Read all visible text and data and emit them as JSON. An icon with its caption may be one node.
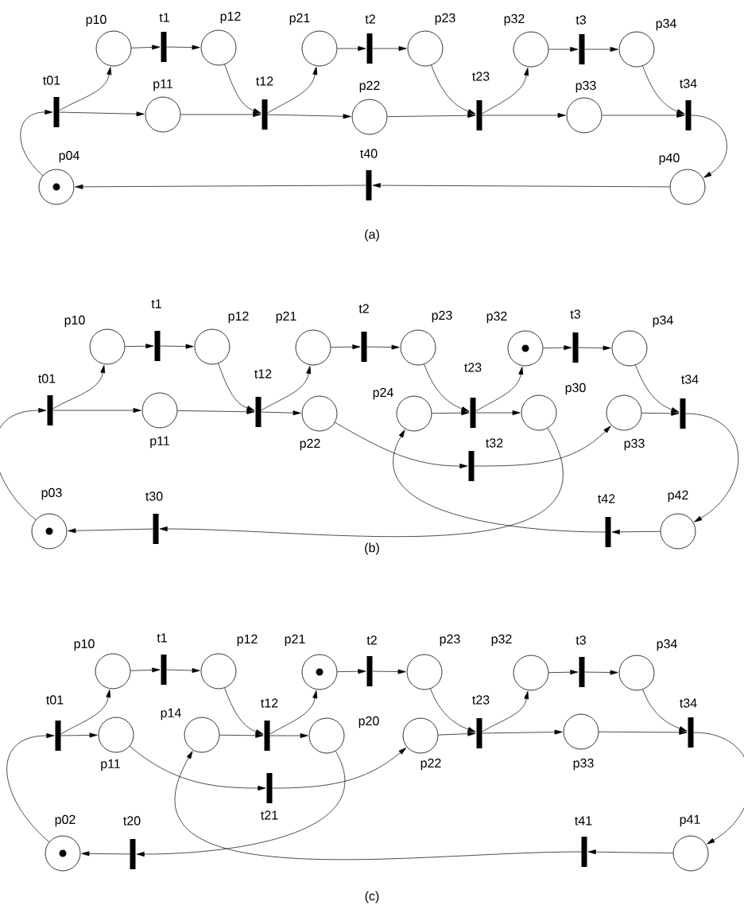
{
  "diagram": {
    "nodes": [
      {
        "text": [
          "p10"
        ]
      },
      {
        "text": [
          "t1"
        ]
      },
      {
        "text": [
          "p12"
        ]
      },
      {
        "text": [
          "p21"
        ]
      },
      {
        "text": [
          "t2"
        ]
      },
      {
        "text": [
          "p23"
        ]
      },
      {
        "text": [
          "p32"
        ]
      },
      {
        "text": [
          "t3"
        ]
      },
      {
        "text": [
          "p34"
        ]
      },
      {
        "text": [
          "t01"
        ]
      },
      {
        "text": [
          "p11"
        ]
      },
      {
        "text": [
          "t12"
        ]
      },
      {
        "text": [
          "p22"
        ]
      },
      {
        "text": [
          "t23"
        ]
      },
      {
        "text": [
          "p33"
        ]
      },
      {
        "text": [
          "t34"
        ]
      },
      {
        "text": [
          "p04"
        ]
      },
      {
        "text": [
          "t40"
        ]
      },
      {
        "text": [
          "p40"
        ]
      },
      {
        "text": [
          "p10"
        ]
      },
      {
        "text": [
          "t1"
        ]
      },
      {
        "text": [
          "p12"
        ]
      },
      {
        "text": [
          "p21"
        ]
      },
      {
        "text": [
          "t2"
        ]
      },
      {
        "text": [
          "p23"
        ]
      },
      {
        "text": [
          "p32"
        ]
      },
      {
        "text": [
          "t3"
        ]
      },
      {
        "text": [
          "p34"
        ]
      },
      {
        "text": [
          "t01"
        ]
      },
      {
        "text": [
          "p11"
        ]
      },
      {
        "text": [
          "t12"
        ]
      },
      {
        "text": [
          "p22"
        ]
      },
      {
        "text": [
          "p24"
        ]
      },
      {
        "text": [
          "t23"
        ]
      },
      {
        "text": [
          "p30"
        ]
      },
      {
        "text": [
          "p33"
        ]
      },
      {
        "text": [
          "t34"
        ]
      },
      {
        "text": [
          "t32"
        ]
      },
      {
        "text": [
          "p03"
        ]
      },
      {
        "text": [
          "t30"
        ]
      },
      {
        "text": [
          "t42"
        ]
      },
      {
        "text": [
          "p42"
        ]
      },
      {
        "text": [
          "p10"
        ]
      },
      {
        "text": [
          "t1"
        ]
      },
      {
        "text": [
          "p12"
        ]
      },
      {
        "text": [
          "p21"
        ]
      },
      {
        "text": [
          "t2"
        ]
      },
      {
        "text": [
          "p23"
        ]
      },
      {
        "text": [
          "p32"
        ]
      },
      {
        "text": [
          "t3"
        ]
      },
      {
        "text": [
          "p34"
        ]
      },
      {
        "text": [
          "t01"
        ]
      },
      {
        "text": [
          "p11"
        ]
      },
      {
        "text": [
          "p14"
        ]
      },
      {
        "text": [
          "t12"
        ]
      },
      {
        "text": [
          "p20"
        ]
      },
      {
        "text": [
          "p22"
        ]
      },
      {
        "text": [
          "t23"
        ]
      },
      {
        "text": [
          "p33"
        ]
      },
      {
        "text": [
          "t34"
        ]
      },
      {
        "text": [
          "t21"
        ]
      },
      {
        "text": [
          "p02"
        ]
      },
      {
        "text": [
          "t20"
        ]
      },
      {
        "text": [
          "t41"
        ]
      },
      {
        "text": [
          "p41"
        ]
      }
    ],
    "edges": [
      {
        "from": 0,
        "to": 1,
        "arrow": "to"
      },
      {
        "from": 1,
        "to": 2,
        "arrow": "to"
      },
      {
        "from": 3,
        "to": 4,
        "arrow": "to"
      },
      {
        "from": 4,
        "to": 5,
        "arrow": "to"
      },
      {
        "from": 6,
        "to": 7,
        "arrow": "to"
      },
      {
        "from": 7,
        "to": 8,
        "arrow": "to"
      },
      {
        "from": 9,
        "to": 0,
        "arrow": "to"
      },
      {
        "from": 9,
        "to": 10,
        "arrow": "to"
      },
      {
        "from": 10,
        "to": 11,
        "arrow": "to"
      },
      {
        "from": 2,
        "to": 11,
        "arrow": "to"
      },
      {
        "from": 11,
        "to": 3,
        "arrow": "to"
      },
      {
        "from": 11,
        "to": 12,
        "arrow": "to"
      },
      {
        "from": 12,
        "to": 13,
        "arrow": "to"
      },
      {
        "from": 5,
        "to": 13,
        "arrow": "to"
      },
      {
        "from": 13,
        "to": 6,
        "arrow": "to"
      },
      {
        "from": 13,
        "to": 14,
        "arrow": "to"
      },
      {
        "from": 14,
        "to": 15,
        "arrow": "to"
      },
      {
        "from": 8,
        "to": 15,
        "arrow": "to"
      },
      {
        "from": 15,
        "to": 18,
        "arrow": "to"
      },
      {
        "from": 18,
        "to": 17,
        "arrow": "to"
      },
      {
        "from": 17,
        "to": 16,
        "arrow": "to"
      },
      {
        "from": 16,
        "to": 9,
        "arrow": "to"
      },
      {
        "from": 19,
        "to": 20,
        "arrow": "to"
      },
      {
        "from": 20,
        "to": 21,
        "arrow": "to"
      },
      {
        "from": 22,
        "to": 23,
        "arrow": "to"
      },
      {
        "from": 23,
        "to": 24,
        "arrow": "to"
      },
      {
        "from": 25,
        "to": 26,
        "arrow": "to"
      },
      {
        "from": 26,
        "to": 27,
        "arrow": "to"
      },
      {
        "from": 28,
        "to": 19,
        "arrow": "to"
      },
      {
        "from": 28,
        "to": 29,
        "arrow": "to"
      },
      {
        "from": 29,
        "to": 30,
        "arrow": "to"
      },
      {
        "from": 21,
        "to": 30,
        "arrow": "to"
      },
      {
        "from": 30,
        "to": 22,
        "arrow": "to"
      },
      {
        "from": 30,
        "to": 31,
        "arrow": "to"
      },
      {
        "from": 31,
        "to": 37,
        "arrow": "to"
      },
      {
        "from": 32,
        "to": 33,
        "arrow": "to"
      },
      {
        "from": 24,
        "to": 33,
        "arrow": "to"
      },
      {
        "from": 33,
        "to": 25,
        "arrow": "to"
      },
      {
        "from": 33,
        "to": 34,
        "arrow": "to"
      },
      {
        "from": 37,
        "to": 35,
        "arrow": "to"
      },
      {
        "from": 35,
        "to": 36,
        "arrow": "to"
      },
      {
        "from": 27,
        "to": 36,
        "arrow": "to"
      },
      {
        "from": 36,
        "to": 41,
        "arrow": "to"
      },
      {
        "from": 41,
        "to": 40,
        "arrow": "to"
      },
      {
        "from": 40,
        "to": 32,
        "arrow": "to"
      },
      {
        "from": 34,
        "to": 39,
        "arrow": "to"
      },
      {
        "from": 39,
        "to": 38,
        "arrow": "to"
      },
      {
        "from": 38,
        "to": 28,
        "arrow": "to"
      },
      {
        "from": 42,
        "to": 43,
        "arrow": "to"
      },
      {
        "from": 43,
        "to": 44,
        "arrow": "to"
      },
      {
        "from": 45,
        "to": 46,
        "arrow": "to"
      },
      {
        "from": 46,
        "to": 47,
        "arrow": "to"
      },
      {
        "from": 48,
        "to": 49,
        "arrow": "to"
      },
      {
        "from": 49,
        "to": 50,
        "arrow": "to"
      },
      {
        "from": 51,
        "to": 42,
        "arrow": "to"
      },
      {
        "from": 51,
        "to": 52,
        "arrow": "to"
      },
      {
        "from": 52,
        "to": 60,
        "arrow": "to"
      },
      {
        "from": 60,
        "to": 56,
        "arrow": "to"
      },
      {
        "from": 53,
        "to": 54,
        "arrow": "to"
      },
      {
        "from": 44,
        "to": 54,
        "arrow": "to"
      },
      {
        "from": 54,
        "to": 45,
        "arrow": "to"
      },
      {
        "from": 54,
        "to": 55,
        "arrow": "to"
      },
      {
        "from": 55,
        "to": 62,
        "arrow": "to"
      },
      {
        "from": 56,
        "to": 57,
        "arrow": "to"
      },
      {
        "from": 47,
        "to": 57,
        "arrow": "to"
      },
      {
        "from": 57,
        "to": 48,
        "arrow": "to"
      },
      {
        "from": 57,
        "to": 58,
        "arrow": "to"
      },
      {
        "from": 58,
        "to": 59,
        "arrow": "to"
      },
      {
        "from": 50,
        "to": 59,
        "arrow": "to"
      },
      {
        "from": 59,
        "to": 64,
        "arrow": "to"
      },
      {
        "from": 64,
        "to": 63,
        "arrow": "to"
      },
      {
        "from": 63,
        "to": 53,
        "arrow": "to"
      },
      {
        "from": 62,
        "to": 61,
        "arrow": "to"
      },
      {
        "from": 61,
        "to": 51,
        "arrow": "to"
      }
    ],
    "labels": [
      "(a)",
      "(b)",
      "(c)"
    ]
  }
}
